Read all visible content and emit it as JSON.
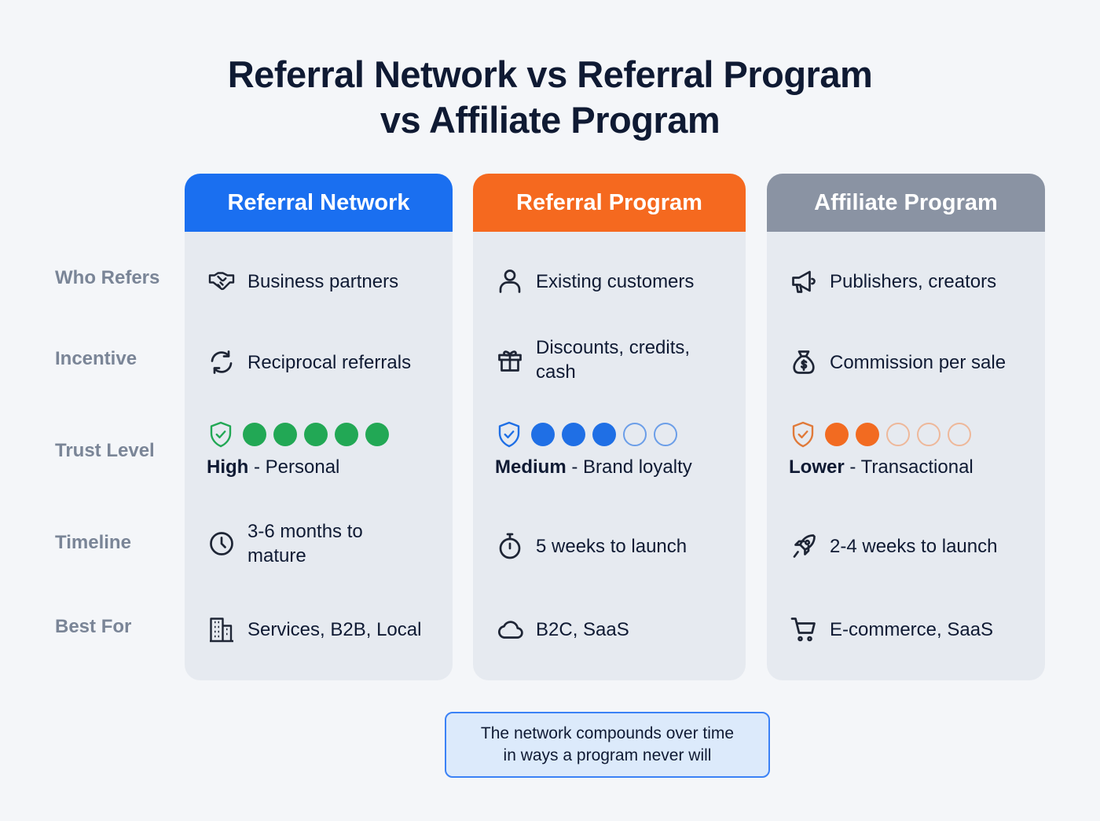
{
  "title": {
    "line1": "Referral Network vs Referral Program",
    "line2": "vs Affiliate Program"
  },
  "row_labels": [
    "Who Refers",
    "Incentive",
    "Trust Level",
    "Timeline",
    "Best For"
  ],
  "columns": [
    {
      "name": "Referral Network",
      "header_color": "#1a6ff0",
      "who_refers": {
        "icon": "handshake-icon",
        "text": "Business partners"
      },
      "incentive": {
        "icon": "refresh-arrows-icon",
        "text": "Reciprocal referrals"
      },
      "trust": {
        "icon": "shield-check-icon",
        "color": "#22a855",
        "filled": 5,
        "total": 5,
        "level": "High",
        "desc": " - Personal"
      },
      "timeline": {
        "icon": "clock-icon",
        "text": "3-6 months to mature"
      },
      "best_for": {
        "icon": "building-icon",
        "text": "Services, B2B, Local"
      }
    },
    {
      "name": "Referral Program",
      "header_color": "#f5691f",
      "who_refers": {
        "icon": "user-icon",
        "text": "Existing customers"
      },
      "incentive": {
        "icon": "gift-icon",
        "text": "Discounts, credits, cash"
      },
      "trust": {
        "icon": "shield-check-icon",
        "color": "#1f6fe5",
        "filled": 3,
        "total": 5,
        "level": "Medium",
        "desc": " - Brand loyalty"
      },
      "timeline": {
        "icon": "stopwatch-icon",
        "text": "5 weeks to launch"
      },
      "best_for": {
        "icon": "cloud-icon",
        "text": "B2C, SaaS"
      }
    },
    {
      "name": "Affiliate Program",
      "header_color": "#8a93a3",
      "who_refers": {
        "icon": "megaphone-icon",
        "text": "Publishers, creators"
      },
      "incentive": {
        "icon": "money-bag-icon",
        "text": "Commission per sale"
      },
      "trust": {
        "icon": "shield-check-icon",
        "color": "#f26b21",
        "filled": 2,
        "total": 5,
        "level": "Lower",
        "desc": " - Transactional"
      },
      "timeline": {
        "icon": "rocket-icon",
        "text": "2-4 weeks to launch"
      },
      "best_for": {
        "icon": "cart-icon",
        "text": "E-commerce, SaaS"
      }
    }
  ],
  "callout": {
    "line1": "The network compounds over time",
    "line2": "in ways a program never will"
  }
}
